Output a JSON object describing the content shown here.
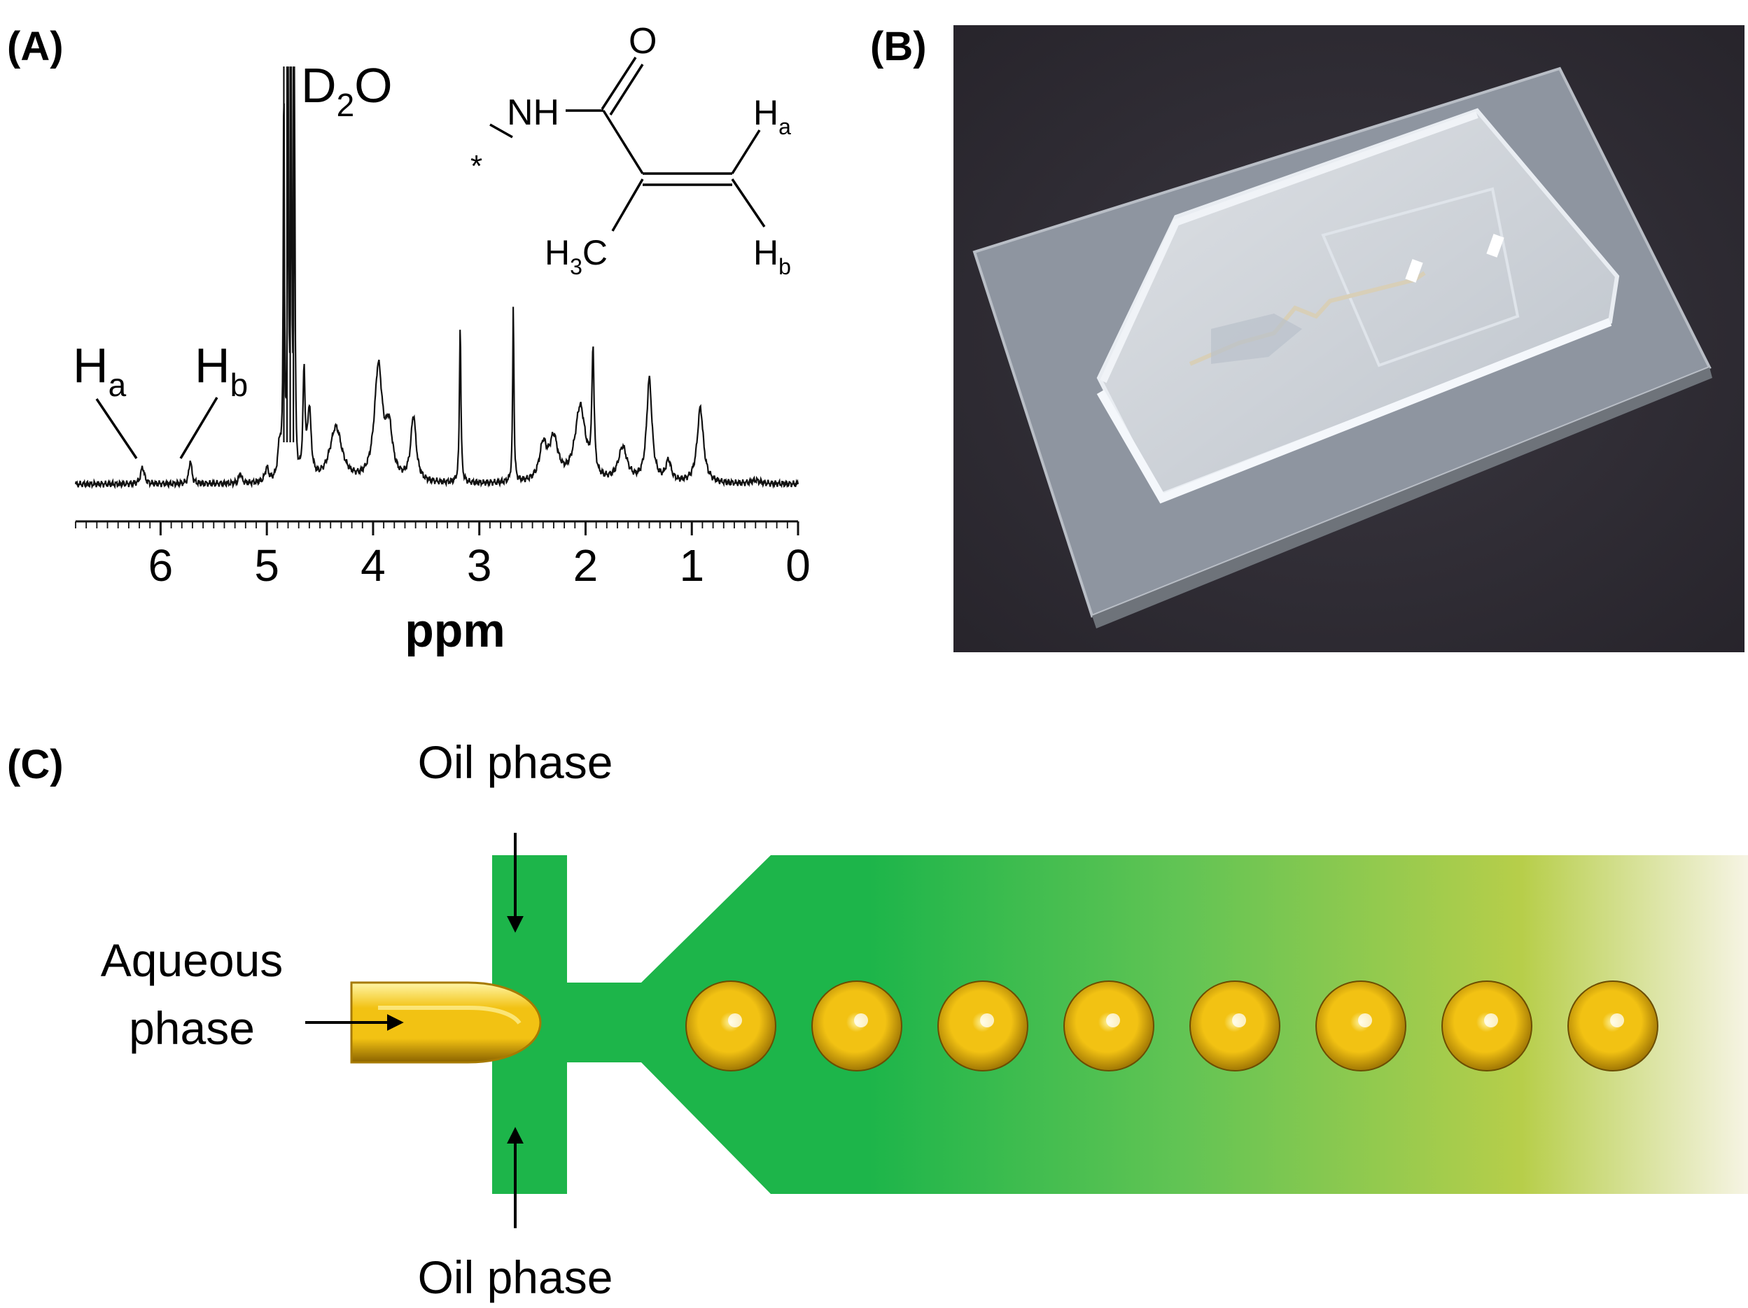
{
  "panels": {
    "a": {
      "label": "(A)",
      "chart_data": {
        "type": "line",
        "xlabel": "ppm",
        "ylabel": "",
        "xlim": [
          6.8,
          0.0
        ],
        "x_reversed": true,
        "major_ticks": [
          6,
          5,
          4,
          3,
          2,
          1,
          0
        ],
        "tick_labels": [
          "6",
          "5",
          "4",
          "3",
          "2",
          "1",
          "0"
        ],
        "grid": false,
        "peaks": [
          {
            "ppm": 6.17,
            "height": 0.05,
            "width": 0.02
          },
          {
            "ppm": 5.72,
            "height": 0.07,
            "width": 0.015
          },
          {
            "ppm": 5.25,
            "height": 0.03,
            "width": 0.015
          },
          {
            "ppm": 5.0,
            "height": 0.04,
            "width": 0.02
          },
          {
            "ppm": 4.88,
            "height": 0.1,
            "width": 0.02
          },
          {
            "ppm": 4.84,
            "height": 1.2,
            "width": 0.006
          },
          {
            "ppm": 4.8,
            "height": 1.2,
            "width": 0.006
          },
          {
            "ppm": 4.77,
            "height": 1.2,
            "width": 0.006
          },
          {
            "ppm": 4.74,
            "height": 1.2,
            "width": 0.006
          },
          {
            "ppm": 4.65,
            "height": 0.3,
            "width": 0.012
          },
          {
            "ppm": 4.6,
            "height": 0.2,
            "width": 0.02
          },
          {
            "ppm": 4.35,
            "height": 0.16,
            "width": 0.07
          },
          {
            "ppm": 3.95,
            "height": 0.33,
            "width": 0.045
          },
          {
            "ppm": 3.85,
            "height": 0.14,
            "width": 0.04
          },
          {
            "ppm": 3.62,
            "height": 0.19,
            "width": 0.03
          },
          {
            "ppm": 3.18,
            "height": 0.47,
            "width": 0.008
          },
          {
            "ppm": 2.68,
            "height": 0.52,
            "width": 0.007
          },
          {
            "ppm": 2.4,
            "height": 0.1,
            "width": 0.04
          },
          {
            "ppm": 2.3,
            "height": 0.12,
            "width": 0.05
          },
          {
            "ppm": 2.05,
            "height": 0.22,
            "width": 0.06
          },
          {
            "ppm": 1.93,
            "height": 0.36,
            "width": 0.012
          },
          {
            "ppm": 1.65,
            "height": 0.1,
            "width": 0.05
          },
          {
            "ppm": 1.4,
            "height": 0.3,
            "width": 0.03
          },
          {
            "ppm": 1.22,
            "height": 0.06,
            "width": 0.03
          },
          {
            "ppm": 0.92,
            "height": 0.22,
            "width": 0.035
          },
          {
            "ppm": 0.4,
            "height": 0.01,
            "width": 0.05
          }
        ],
        "annotations": [
          {
            "id": "ha",
            "base": "H",
            "sub": "a",
            "ppm": 6.17
          },
          {
            "id": "hb",
            "base": "H",
            "sub": "b",
            "ppm": 5.72
          },
          {
            "id": "d2o",
            "base": "D",
            "sub": "2",
            "tail": "O",
            "ppm": 4.79
          }
        ]
      },
      "structure": {
        "nh": "NH",
        "o": "O",
        "ch3_base": "H",
        "ch3_sub": "3",
        "ch3_tail": "C",
        "ha_base": "H",
        "ha_sub": "a",
        "hb_base": "H",
        "hb_sub": "b",
        "star": "*"
      }
    },
    "b": {
      "label": "(B)",
      "photo": "transparent acrylic microfluidic chip on a clear plate, dark background",
      "colors": {
        "background": "#26232a",
        "plate": "#8e95a0",
        "chip": "#c2c9d2"
      }
    },
    "c": {
      "label": "(C)",
      "oil_top": "Oil phase",
      "oil_bottom": "Oil phase",
      "aqueous_line1": "Aqueous",
      "aqueous_line2": "phase",
      "droplet_count": 8,
      "colors": {
        "channel": "#1db54a",
        "channel_mid": "#62c454",
        "channel_end": "#b7ce4a",
        "fade": "#f6f4e4",
        "droplet_light": "#fff6a8",
        "droplet": "#f2c213",
        "droplet_dark": "#8a6200"
      }
    }
  }
}
